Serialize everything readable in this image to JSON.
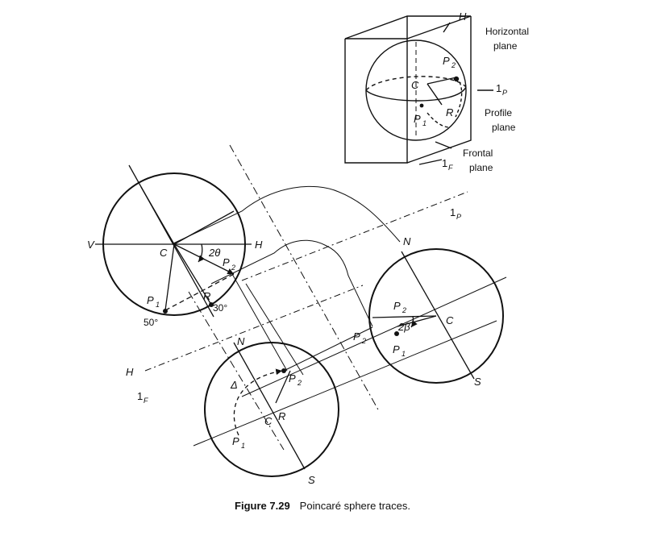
{
  "caption": {
    "number": "Figure 7.29",
    "text": "Poincaré sphere traces."
  },
  "cube": {
    "H": "H",
    "horizontal": "Horizontal",
    "plane": "plane",
    "profile": "Profile",
    "frontal": "Frontal",
    "P": "P",
    "sub2": "2",
    "sub1": "1",
    "C": "C",
    "R": "R",
    "one": "1",
    "subP": "P",
    "subF": "F"
  },
  "front": {
    "V": "V",
    "H": "H",
    "C": "C",
    "P": "P",
    "sub2": "2",
    "sub1": "1",
    "R": "R",
    "theta": "2θ",
    "angle30": "30°",
    "angle50": "50°"
  },
  "lower": {
    "N": "N",
    "S": "S",
    "C": "C",
    "R": "R",
    "P": "P",
    "sub1": "1",
    "sub2": "2",
    "delta": "Δ"
  },
  "right": {
    "N": "N",
    "S": "S",
    "C": "C",
    "P": "P",
    "sub1": "1",
    "sub2": "2",
    "beta": "2β"
  },
  "axes": {
    "H": "H",
    "one": "1",
    "subF": "F",
    "subP": "P"
  }
}
